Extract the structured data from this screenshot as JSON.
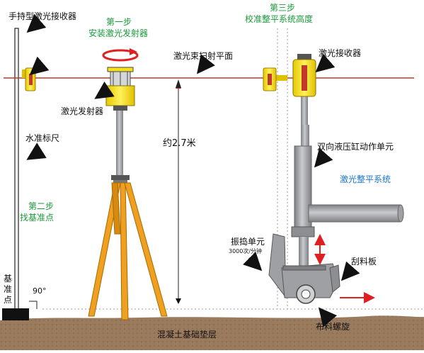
{
  "labels": {
    "handheld_receiver": "手持型激光接收器",
    "step1_title": "第一步",
    "step1_desc": "安装激光发射器",
    "step3_title": "第三步",
    "step3_desc": "校准整平系统高度",
    "laser_plane": "激光束扫射平面",
    "laser_receiver": "激光接收器",
    "laser_emitter": "激光发射器",
    "level_rod": "水准标尺",
    "height": "约2.7米",
    "hydraulic_unit": "双向液压缸动作单元",
    "leveling_system": "激光整平系统",
    "step2_title": "第二步",
    "step2_desc": "找基准点",
    "vibration_unit": "振捣单元",
    "vibration_rate": "3000次/分钟",
    "scraper": "刮料板",
    "reference_point": "基准点",
    "angle": "90°",
    "auger": "布料螺旋",
    "concrete_base": "混凝土基础垫层"
  },
  "colors": {
    "laser_line": "#c0392b",
    "step_text": "#1a9a3a",
    "system_text": "#1a76c8",
    "tripod": "#f0a020",
    "emitter": "#f5e21a",
    "ground": "#9b7b5e",
    "machine": "#9ea0a4",
    "arrow_red": "#e02020"
  },
  "icons": [
    "rotation-arrow-icon",
    "callout-arrow-icon"
  ]
}
